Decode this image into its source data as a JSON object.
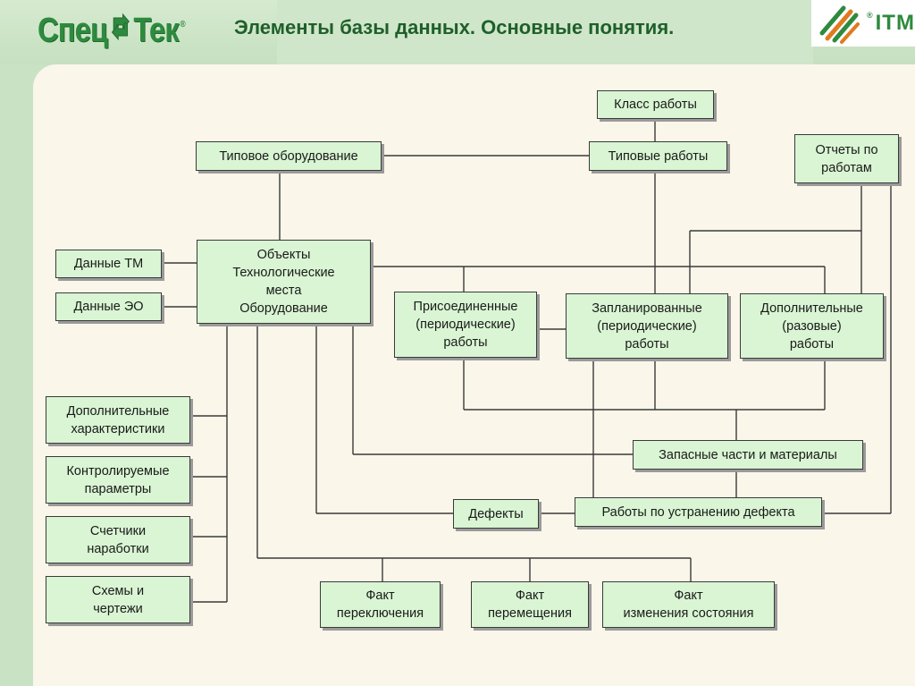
{
  "header": {
    "logo_left_text_a": "Спец",
    "logo_left_text_b": "Тек",
    "logo_left_mark": "®",
    "title": "Элементы базы данных. Основные понятия.",
    "logo_right_text": "ITM",
    "logo_right_mark": "®"
  },
  "colors": {
    "brand_green": "#2e8a3e",
    "node_fill": "#d9f5d3",
    "panel_bg": "#faf6ea",
    "frame_bg": "#c9e2c4"
  },
  "diagram": {
    "nodes": {
      "klass_raboty": "Класс работы",
      "tipovoe_oborudovanie": "Типовое оборудование",
      "tipovye_raboty": "Типовые работы",
      "otchety_po_rabotam": "Отчеты по\nработам",
      "dannye_tm": "Данные ТМ",
      "dannye_eo": "Данные ЭО",
      "obekty": "Объекты\nТехнологические\nместа\nОборудование",
      "prisoedinennye": "Присоединенные\n(периодические)\nработы",
      "zaplanirovannye": "Запланированные\n(периодические)\nработы",
      "dopolnitelnye_razovye": "Дополнительные\n(разовые)\nработы",
      "dop_harakteristiki": "Дополнительные\nхарактеристики",
      "kontroliruemye": "Контролируемые\nпараметры",
      "schetchiki": "Счетчики\nнаработки",
      "shemy": "Схемы и\nчертежи",
      "zapasnye_chasti": "Запасные части и материалы",
      "defekty": "Дефекты",
      "raboty_po_ustraneniyu": "Работы по устранению дефекта",
      "fakt_pereklyucheniya": "Факт\nпереключения",
      "fakt_peremeshcheniya": "Факт\nперемещения",
      "fakt_izmeneniya": "Факт\nизменения состояния"
    }
  }
}
